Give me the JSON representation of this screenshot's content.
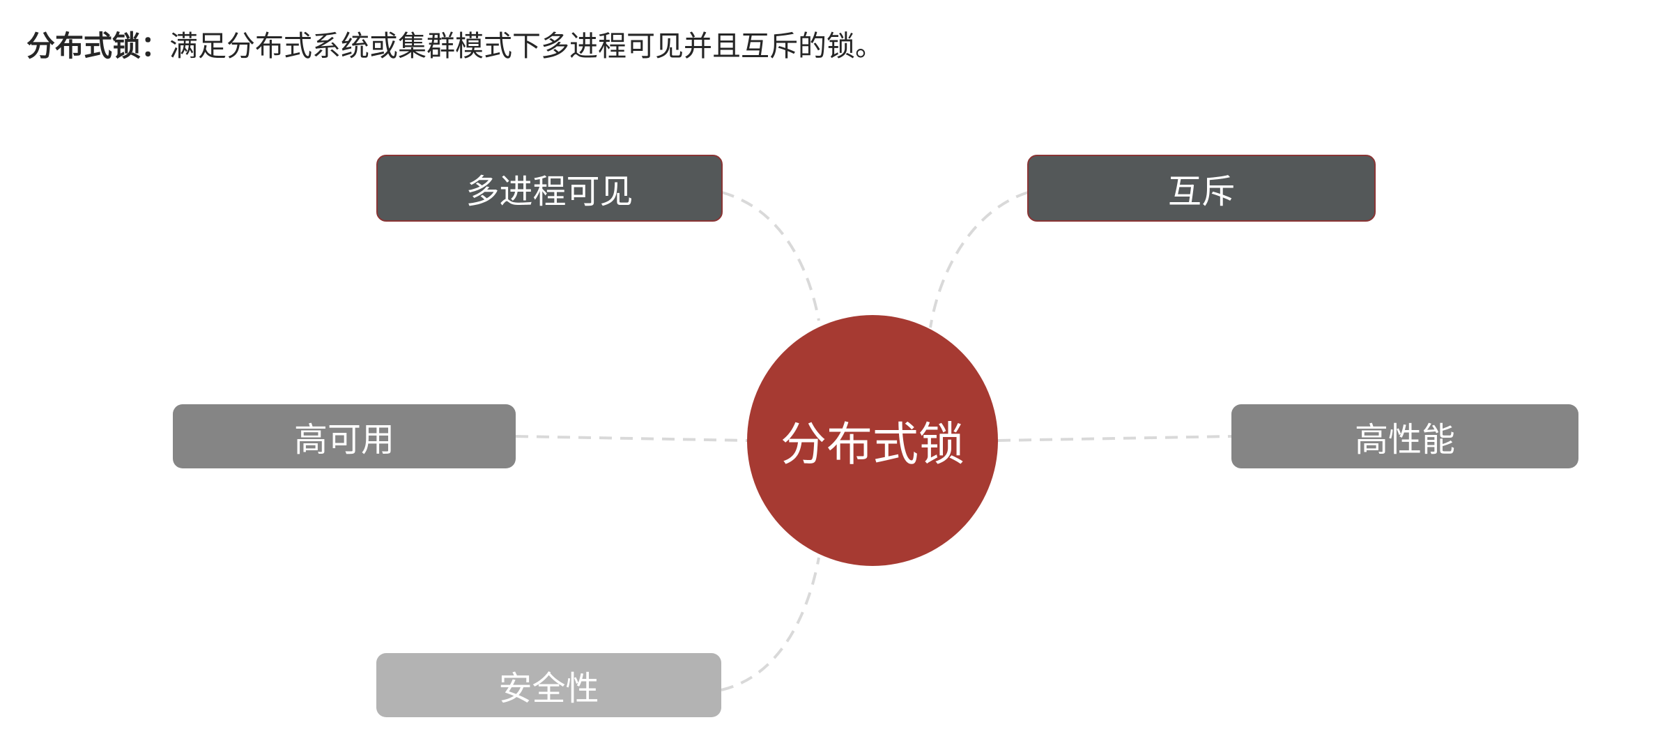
{
  "headline": {
    "term": "分布式锁：",
    "definition": "满足分布式系统或集群模式下多进程可见并且互斥的锁。"
  },
  "diagram": {
    "center_label": "分布式锁",
    "nodes": {
      "multi_process_visible": "多进程可见",
      "mutual_exclusion": "互斥",
      "high_availability": "高可用",
      "high_performance": "高性能",
      "security": "安全性"
    }
  },
  "colors": {
    "center": "#a63a32",
    "node_dark": "#545859",
    "node_mid": "#858585",
    "node_light": "#b3b3b3",
    "connector": "#d9d9d9"
  }
}
